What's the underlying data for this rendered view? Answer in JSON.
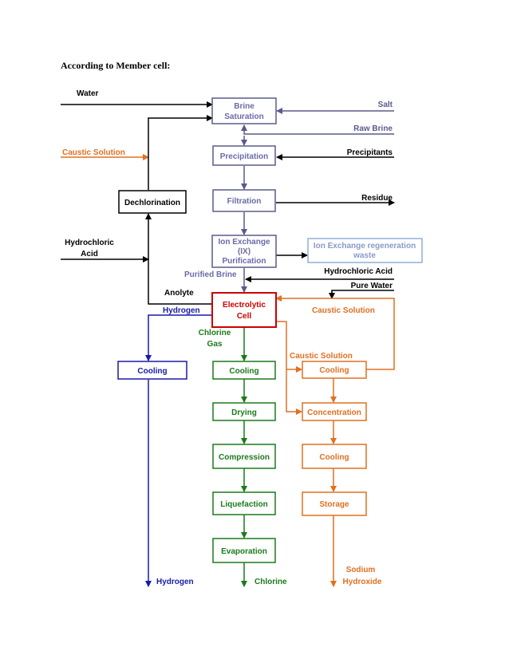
{
  "heading": "According  to Member cell:",
  "colors": {
    "black": "#000000",
    "slate": "#5a5a8c",
    "slate_light": "#8fb0d8",
    "red": "#cc0000",
    "blue": "#1a1aaa",
    "green": "#1a7a1a",
    "orange": "#e07020",
    "purple_text": "#6a6aa8"
  },
  "boxes": {
    "brine_saturation": [
      "Brine",
      "Saturation"
    ],
    "precipitation": "Precipitation",
    "filtration": "Filtration",
    "ion_exchange": [
      "Ion Exchange",
      "(IX)",
      "Purification"
    ],
    "ix_regen_waste": [
      "Ion Exchange regeneration",
      "waste"
    ],
    "dechlorination": "Dechlorination",
    "electrolytic_cell": [
      "Electrolytic",
      "Cell"
    ],
    "h2_cooling": "Cooling",
    "cl_cooling": "Cooling",
    "cl_drying": "Drying",
    "cl_compression": "Compression",
    "cl_liquefaction": "Liquefaction",
    "cl_evaporation": "Evaporation",
    "naoh_cooling_1": "Cooling",
    "naoh_concentration": "Concentration",
    "naoh_cooling_2": "Cooling",
    "naoh_storage": "Storage"
  },
  "labels": {
    "water": "Water",
    "salt": "Salt",
    "raw_brine": "Raw Brine",
    "caustic_solution_in": "Caustic Solution",
    "precipitants": "Precipitants",
    "residue": "Residue",
    "hydrochloric_acid_left": [
      "Hydrochloric",
      "Acid"
    ],
    "purified_brine": "Purified Brine",
    "hydrochloric_acid_right": "Hydrochloric Acid",
    "pure_water": "Pure Water",
    "anolyte": "Anolyte",
    "hydrogen_top": "Hydrogen",
    "caustic_solution_recycle": "Caustic Solution",
    "chlorine_gas": [
      "Chlorine",
      "Gas"
    ],
    "caustic_solution_mid": "Caustic Solution",
    "hydrogen_out": "Hydrogen",
    "chlorine_out": "Chlorine",
    "sodium_hydroxide_out": [
      "Sodium",
      "Hydroxide"
    ]
  }
}
